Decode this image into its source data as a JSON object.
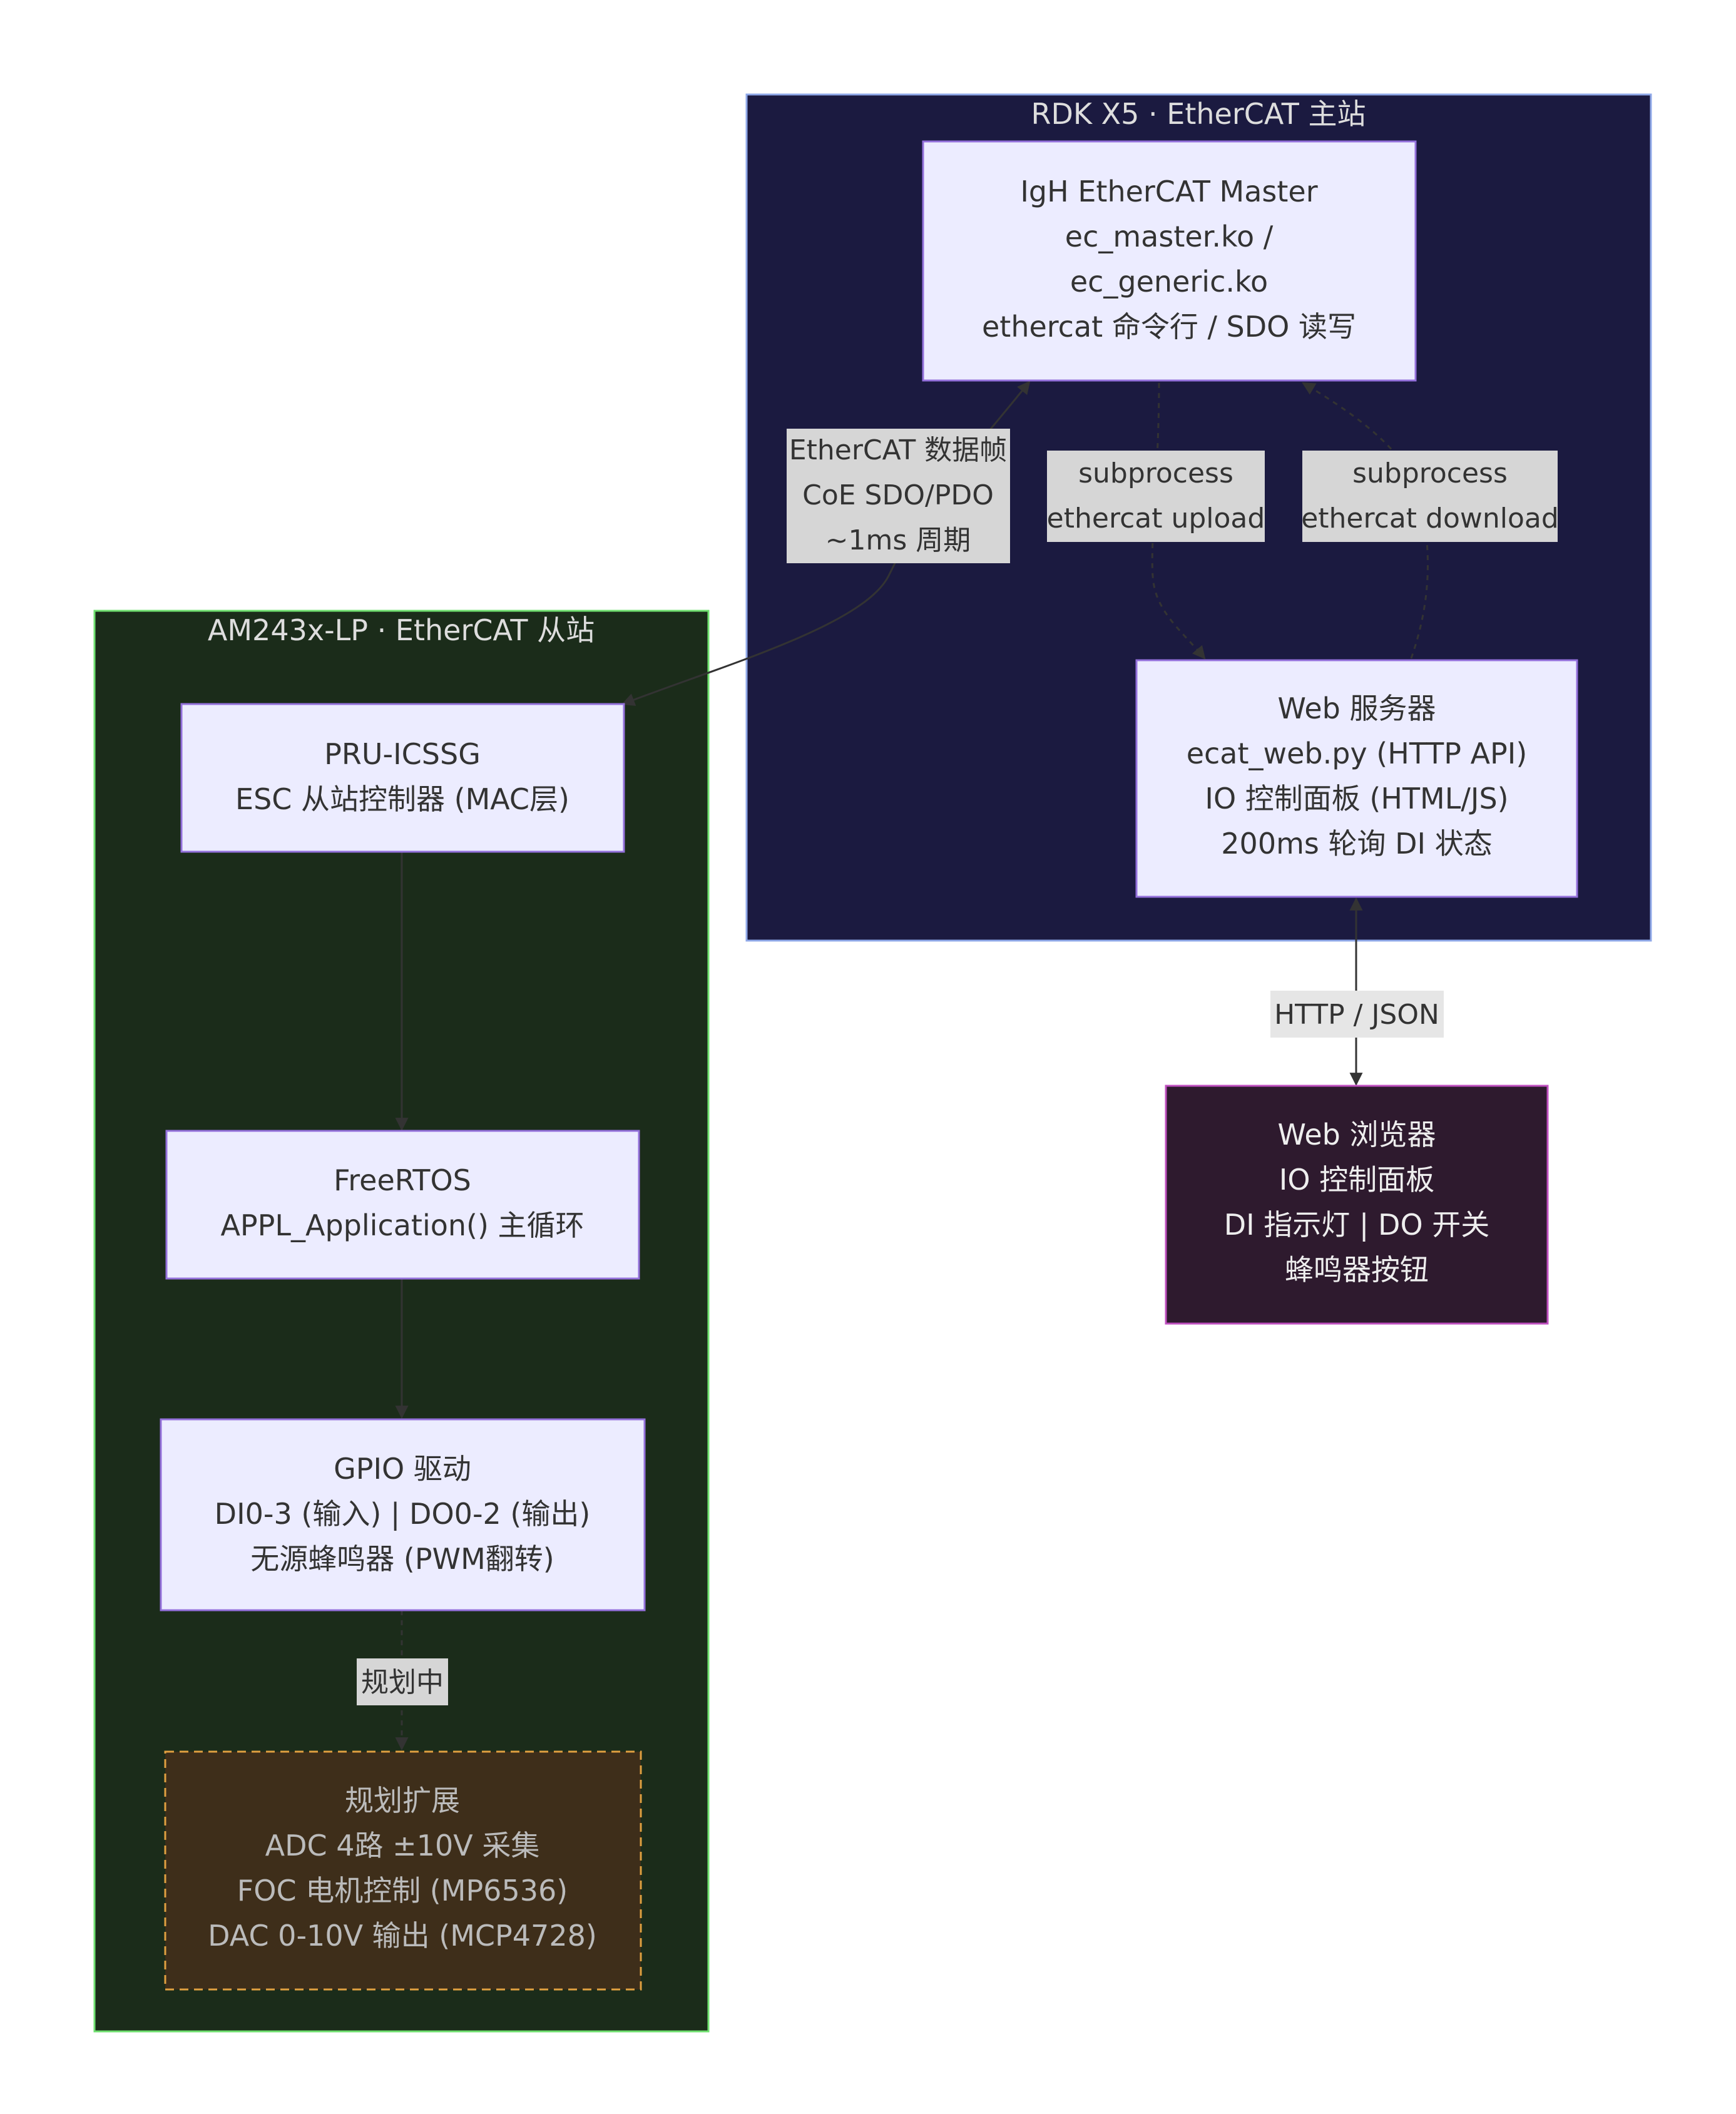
{
  "colors": {
    "page_bg": "#ffffff",
    "master_group_fill": "#1b1a40",
    "master_group_stroke": "#8fa8e8",
    "slave_group_fill": "#1b2c1a",
    "slave_group_stroke": "#6fe06f",
    "node_fill": "#ececff",
    "node_stroke": "#9370db",
    "node_text": "#333333",
    "group_title_text": "#dddddd",
    "browser_fill": "#2e1a2e",
    "browser_stroke": "#c050c0",
    "browser_text": "#eeeeee",
    "planned_fill": "#3e2e1a",
    "planned_stroke": "#e0a040",
    "planned_text": "#bbbbbb",
    "edge_stroke": "#333333",
    "edge_label_bg": "#d6d6d6",
    "edge_label_text": "#333333"
  },
  "groups": {
    "master": {
      "title": "RDK X5 · EtherCAT 主站"
    },
    "slave": {
      "title": "AM243x-LP · EtherCAT 从站"
    }
  },
  "nodes": {
    "igh": {
      "lines": [
        "IgH EtherCAT Master",
        "ec_master.ko /",
        "ec_generic.ko",
        "ethercat 命令行 / SDO 读写"
      ]
    },
    "web": {
      "lines": [
        "Web 服务器",
        "ecat_web.py (HTTP API)",
        "IO 控制面板 (HTML/JS)",
        "200ms 轮询 DI 状态"
      ]
    },
    "browser": {
      "lines": [
        "Web 浏览器",
        "IO 控制面板",
        "DI 指示灯 | DO 开关",
        "蜂鸣器按钮"
      ]
    },
    "pru": {
      "lines": [
        "PRU-ICSSG",
        "ESC 从站控制器 (MAC层)"
      ]
    },
    "rtos": {
      "lines": [
        "FreeRTOS",
        "APPL_Application() 主循环"
      ]
    },
    "gpio": {
      "lines": [
        "GPIO 驱动",
        "DI0-3 (输入) | DO0-2 (输出)",
        "无源蜂鸣器 (PWM翻转)"
      ]
    },
    "plan": {
      "lines": [
        "规划扩展",
        "ADC 4路 ±10V 采集",
        "FOC 电机控制 (MP6536)",
        "DAC 0-10V 输出 (MCP4728)"
      ]
    }
  },
  "edges": {
    "ethercat": {
      "lines": [
        "EtherCAT 数据帧",
        "CoE SDO/PDO",
        "~1ms 周期"
      ]
    },
    "upload": {
      "lines": [
        "subprocess",
        "ethercat upload"
      ]
    },
    "download": {
      "lines": [
        "subprocess",
        "ethercat download"
      ]
    },
    "http": {
      "lines": [
        "HTTP / JSON"
      ]
    },
    "planning": {
      "lines": [
        "规划中"
      ]
    }
  }
}
